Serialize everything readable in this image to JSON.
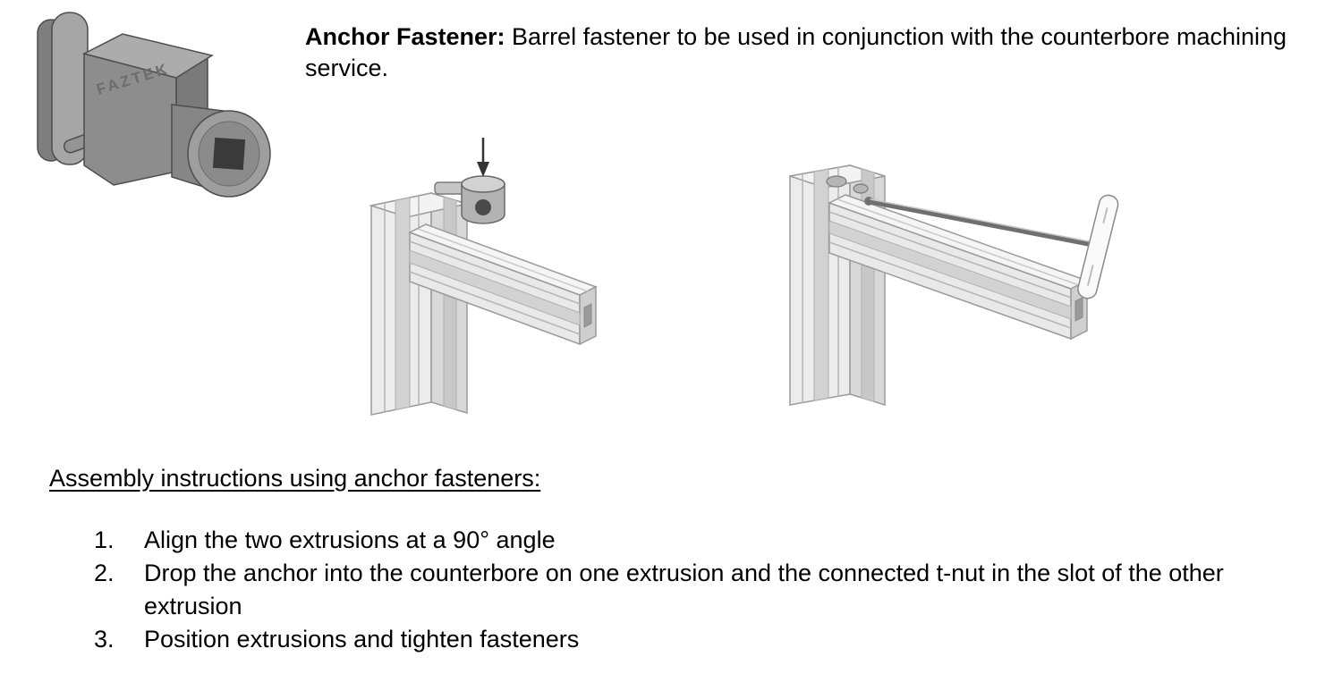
{
  "header": {
    "label_bold": "Anchor Fastener:",
    "label_rest": " Barrel fastener to be used in conjunction with the counterbore machining service."
  },
  "product_image": {
    "name": "anchor-fastener-product-render",
    "brand": "FAZTEK"
  },
  "figures": {
    "drop": "anchor-drop-into-counterbore-illustration",
    "tighten": "tighten-fastener-with-hex-key-illustration"
  },
  "assembly": {
    "heading": "Assembly instructions using anchor fasteners:",
    "steps": [
      {
        "num": "1.",
        "text": "Align the two extrusions at a 90° angle"
      },
      {
        "num": "2.",
        "text": "Drop the anchor into the counterbore on one extrusion and the connected t-nut in the slot of the other extrusion"
      },
      {
        "num": "3.",
        "text": "Position extrusions and tighten fasteners"
      }
    ]
  }
}
